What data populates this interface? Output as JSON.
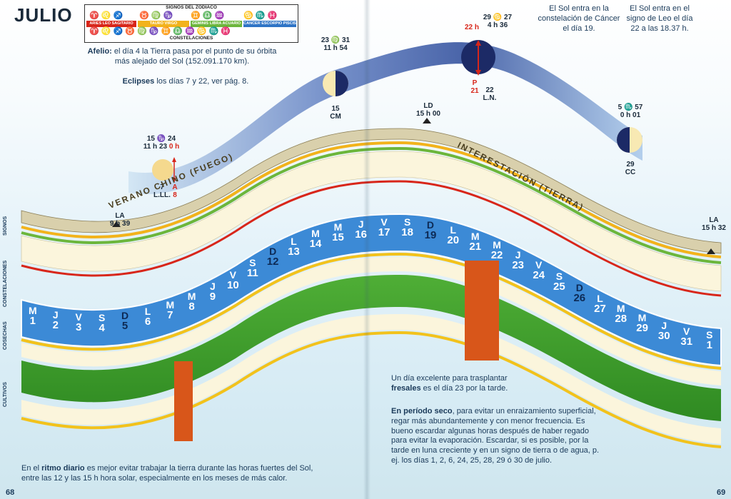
{
  "month_title": "JULIO",
  "legend": {
    "top_header": "SIGNOS DEL ZODIACO",
    "bottom_header": "CONSTELACIONES",
    "groups": [
      {
        "names": [
          "ARIES",
          "LEO",
          "SAGITARIO"
        ],
        "color": "#d8261a"
      },
      {
        "names": [
          "TAURO",
          "VIRGO",
          "CAPRICORNIO"
        ],
        "color": "#f2b31c"
      },
      {
        "names": [
          "GEMINIS",
          "LIBRA",
          "ACUARIO"
        ],
        "color": "#6cb63c"
      },
      {
        "names": [
          "CANCER",
          "ESCORPIO",
          "PISCIS"
        ],
        "color": "#2f74c6"
      }
    ]
  },
  "notes": {
    "afelio_bold": "Afelio:",
    "afelio_text": " el día 4 la Tierra pasa por el punto de su órbita más alejado del Sol (152.091.170 km).",
    "eclipses_bold": "Eclipses",
    "eclipses_text": " los días 7 y 22, ver pág. 8.",
    "cancer_note": "El Sol entra en la constelación de Cáncer el día 19.",
    "leo_note": "El Sol entra en el signo de Leo el día 22 a las 18.37 h.",
    "fresales_line1": "Un día excelente para trasplantar",
    "fresales_bold": "fresales",
    "fresales_line2": " es el día 23 por la tarde.",
    "seco_bold": "En período seco",
    "seco_text": ", para evitar un enraizamiento superficial, regar más abundantemente y con menor frecuencia. Es bueno escardar algunas horas después de haber regado para evitar la evaporación. Escardar, si es posible, por la tarde en luna creciente y en un signo de tierra o de agua, p. ej. los días 1, 2, 6, 24, 25, 28, 29 ó 30 de julio.",
    "ritmo_pre": "En el ",
    "ritmo_bold": "ritmo diario",
    "ritmo_text": " es mejor evitar trabajar la tierra durante las horas fuertes del Sol, entre las 12 y las 15 h hora solar, especialmente en los meses de más calor."
  },
  "moon_phases": {
    "cm": {
      "time_top": "23 ♍ 31",
      "time_bottom": "11 h 54",
      "label_top": "15",
      "label_bottom": "CM"
    },
    "ll": {
      "time_top": "15 ♑ 24",
      "time_bottom": "11 h 23",
      "red": "0 h",
      "label": "7",
      "label_b": "L.LL.",
      "red2": "A",
      "red3": "8"
    },
    "ln": {
      "time_top": "29 ♋ 27",
      "time_bottom": "4 h 36",
      "red_top": "22 h",
      "red_p": "P",
      "red_21": "21",
      "label": "22",
      "label_b": "L.N."
    },
    "cc": {
      "time_top": "5 ♏ 57",
      "time_bottom": "0 h 01",
      "label": "29",
      "label_b": "CC"
    }
  },
  "node_markers": {
    "la1": {
      "label": "LA",
      "time": "9 h 39"
    },
    "ld": {
      "label": "LD",
      "time": "15 h 00"
    },
    "la2": {
      "label": "LA",
      "time": "15 h 32"
    }
  },
  "band_text": {
    "left": "VERANO   CHINO   (FUEGO)",
    "right": "INTERESTACIÓN   (TIERRA)"
  },
  "side_labels": [
    "SIGNOS",
    "CONSTELACIONES",
    "COSECHAS",
    "CULTIVOS"
  ],
  "days": [
    {
      "d": "M",
      "n": "1"
    },
    {
      "d": "J",
      "n": "2"
    },
    {
      "d": "V",
      "n": "3"
    },
    {
      "d": "S",
      "n": "4"
    },
    {
      "d": "D",
      "n": "5"
    },
    {
      "d": "L",
      "n": "6"
    },
    {
      "d": "M",
      "n": "7"
    },
    {
      "d": "M",
      "n": "8"
    },
    {
      "d": "J",
      "n": "9"
    },
    {
      "d": "V",
      "n": "10"
    },
    {
      "d": "S",
      "n": "11"
    },
    {
      "d": "D",
      "n": "12"
    },
    {
      "d": "L",
      "n": "13"
    },
    {
      "d": "M",
      "n": "14"
    },
    {
      "d": "M",
      "n": "15"
    },
    {
      "d": "J",
      "n": "16"
    },
    {
      "d": "V",
      "n": "17"
    },
    {
      "d": "S",
      "n": "18"
    },
    {
      "d": "D",
      "n": "19"
    },
    {
      "d": "L",
      "n": "20"
    },
    {
      "d": "M",
      "n": "21"
    },
    {
      "d": "M",
      "n": "22"
    },
    {
      "d": "J",
      "n": "23"
    },
    {
      "d": "V",
      "n": "24"
    },
    {
      "d": "S",
      "n": "25"
    },
    {
      "d": "D",
      "n": "26"
    },
    {
      "d": "L",
      "n": "27"
    },
    {
      "d": "M",
      "n": "28"
    },
    {
      "d": "M",
      "n": "29"
    },
    {
      "d": "J",
      "n": "30"
    },
    {
      "d": "V",
      "n": "31"
    },
    {
      "d": "S",
      "n": "1"
    }
  ],
  "colors": {
    "blue_band": "#3c8ad6",
    "green_band": "#3f9a2c",
    "cream": "#fbf5dc",
    "red": "#d8261a",
    "sky_dark": "#2b4a9a"
  },
  "page_numbers": {
    "left": "68",
    "right": "69"
  }
}
